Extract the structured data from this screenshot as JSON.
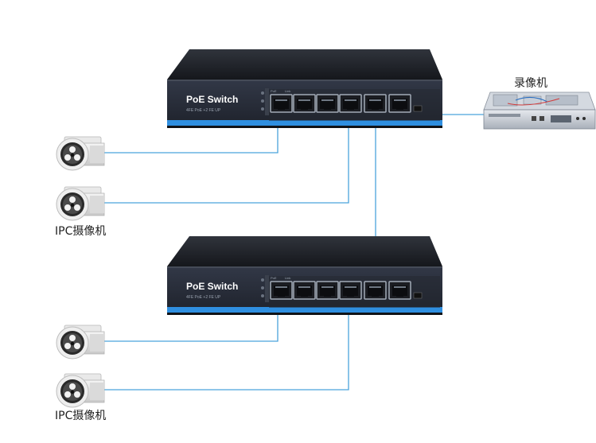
{
  "switches": [
    {
      "title": "PoE Switch",
      "subtitle": "4FE PoE +2 FE UP",
      "poe_label": "PoE",
      "link_label": "Link"
    },
    {
      "title": "PoE Switch",
      "subtitle": "4FE PoE +2 FE UP",
      "poe_label": "PoE",
      "link_label": "Link"
    }
  ],
  "nvr_label": "录像机",
  "camera_groups": [
    {
      "label": "IPC摄像机"
    },
    {
      "label": "IPC摄像机"
    }
  ],
  "colors": {
    "cable": "#4ba3dc",
    "switch_body": "#1d2027",
    "switch_front": "#2c3140",
    "accent_strip": "#2f8fe0",
    "port_frame": "#9aa4b1"
  }
}
